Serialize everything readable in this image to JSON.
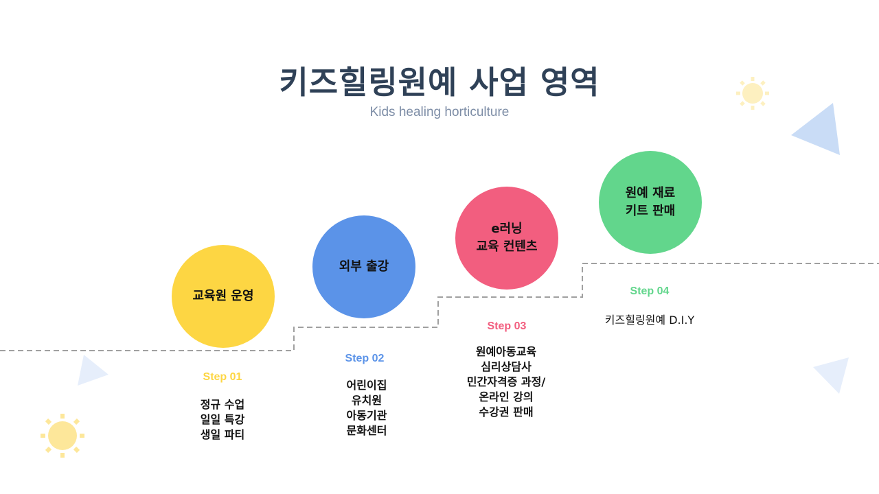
{
  "title": "키즈힐링원예 사업 영역",
  "subtitle": "Kids healing horticulture",
  "steps": [
    {
      "circle": "교육원 운영",
      "label": "Step 01",
      "color": "#FDD643",
      "lines": [
        "정규 수업",
        "일일 특강",
        "생일 파티"
      ]
    },
    {
      "circle": "외부 출강",
      "label": "Step 02",
      "color": "#5B93E8",
      "lines": [
        "어린이집",
        "유치원",
        "아동기관",
        "문화센터"
      ]
    },
    {
      "circle": "e러닝\n교육 컨텐츠",
      "label": "Step 03",
      "color": "#F25E7F",
      "lines": [
        "원예아동교육",
        "심리상담사",
        "민간자격증 과정/",
        "온라인 강의",
        "수강권 판매"
      ]
    },
    {
      "circle": "원예 재료\n키트 판매",
      "label": "Step 04",
      "color": "#62D68C",
      "lines": [
        "키즈힐링원예 D.I.Y"
      ]
    }
  ]
}
